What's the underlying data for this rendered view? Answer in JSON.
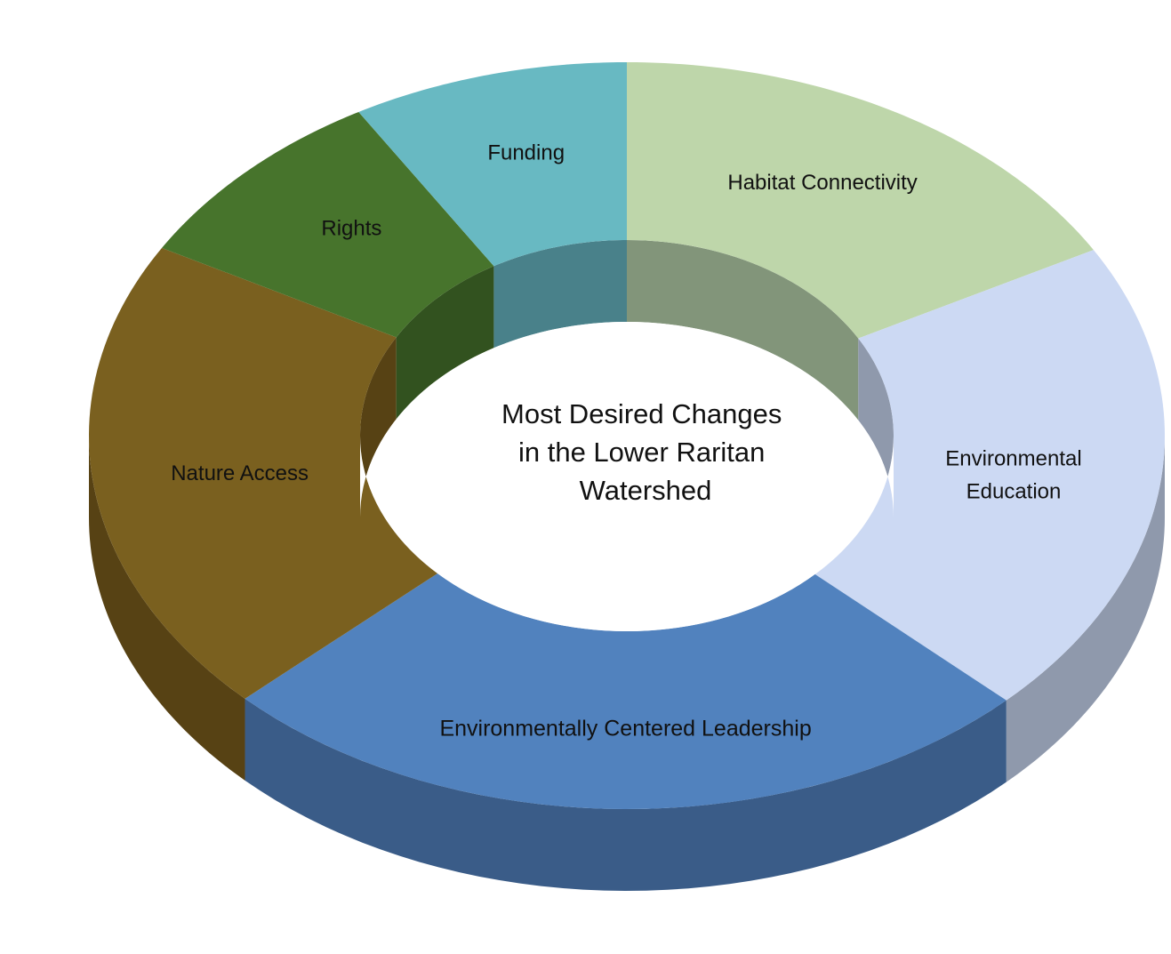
{
  "chart_data": {
    "type": "pie",
    "variant": "doughnut-3d",
    "title_lines": [
      "Most Desired Changes",
      "in the Lower Raritan",
      "Watershed"
    ],
    "slices": [
      {
        "label": "Habitat Connectivity",
        "label_lines": [
          "Habitat Connectivity"
        ],
        "value": 16.7,
        "color": "#BED6AA",
        "side_color": "#82957A",
        "label_color": "#333333"
      },
      {
        "label": "Environmental Education",
        "label_lines": [
          "Environmental",
          "Education"
        ],
        "value": 20.8,
        "color": "#CCD9F3",
        "side_color": "#8F99AC",
        "label_color": "#111111"
      },
      {
        "label": "Environmentally Centered Leadership",
        "label_lines": [
          "Environmentally Centered Leadership"
        ],
        "value": 25.0,
        "color": "#5182BE",
        "side_color": "#3A5C88",
        "label_color": "#111111"
      },
      {
        "label": "Nature Access",
        "label_lines": [
          "Nature Access"
        ],
        "value": 20.8,
        "color": "#7A601F",
        "side_color": "#574214",
        "label_color": "#111111"
      },
      {
        "label": "Rights",
        "label_lines": [
          "Rights"
        ],
        "value": 8.3,
        "color": "#47742C",
        "side_color": "#32521F",
        "label_color": "#111111"
      },
      {
        "label": "Funding",
        "label_lines": [
          "Funding"
        ],
        "value": 8.3,
        "color": "#68B9C2",
        "side_color": "#49818A",
        "label_color": "#111111"
      }
    ],
    "start_angle_deg": 90,
    "direction": "clockwise",
    "legend": "none"
  }
}
